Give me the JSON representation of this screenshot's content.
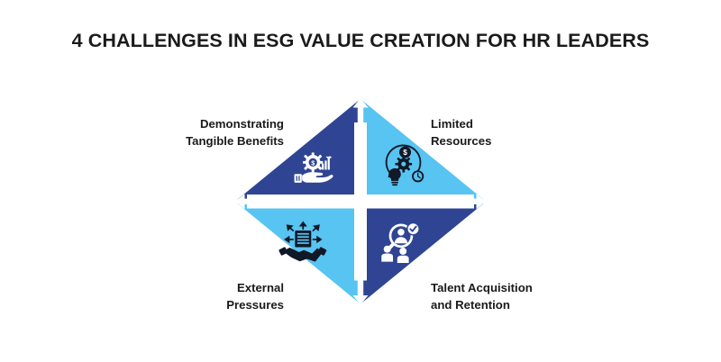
{
  "page": {
    "title": "4 CHALLENGES IN ESG VALUE CREATION FOR HR LEADERS",
    "background_color": "#ffffff",
    "text_color": "#1a1a1a"
  },
  "diagram": {
    "type": "cycle-diamond",
    "shape": "diamond composed of four chevron arrow segments",
    "direction": "counter-clockwise",
    "colors": {
      "dark_blue": "#2f4593",
      "light_blue": "#57c4f2",
      "gap": "#ffffff",
      "icon_light": "#ffffff",
      "icon_dark": "#111827"
    },
    "segments": [
      {
        "id": "demonstrating-tangible-benefits",
        "position": "top-left",
        "color": "#2f4593",
        "icon": "hand-holding-gear-dollar-growth-icon",
        "icon_color": "#ffffff",
        "label": "Demonstrating\nTangible Benefits",
        "label_align": "right",
        "arrow_tip": "up"
      },
      {
        "id": "limited-resources",
        "position": "top-right",
        "color": "#57c4f2",
        "icon": "resources-bulb-gear-coin-clock-icon",
        "icon_color": "#111827",
        "label": "Limited\nResources",
        "label_align": "left",
        "arrow_tip": "right"
      },
      {
        "id": "talent-acquisition-and-retention",
        "position": "bottom-right",
        "color": "#2f4593",
        "icon": "magnifier-person-check-recruit-icon",
        "icon_color": "#ffffff",
        "label": "Talent Acquisition\nand Retention",
        "label_align": "left",
        "arrow_tip": "down"
      },
      {
        "id": "external-pressures",
        "position": "bottom-left",
        "color": "#57c4f2",
        "icon": "handshake-document-pressure-arrows-icon",
        "icon_color": "#111827",
        "label": "External\nPressures",
        "label_align": "right",
        "arrow_tip": "left"
      }
    ]
  }
}
